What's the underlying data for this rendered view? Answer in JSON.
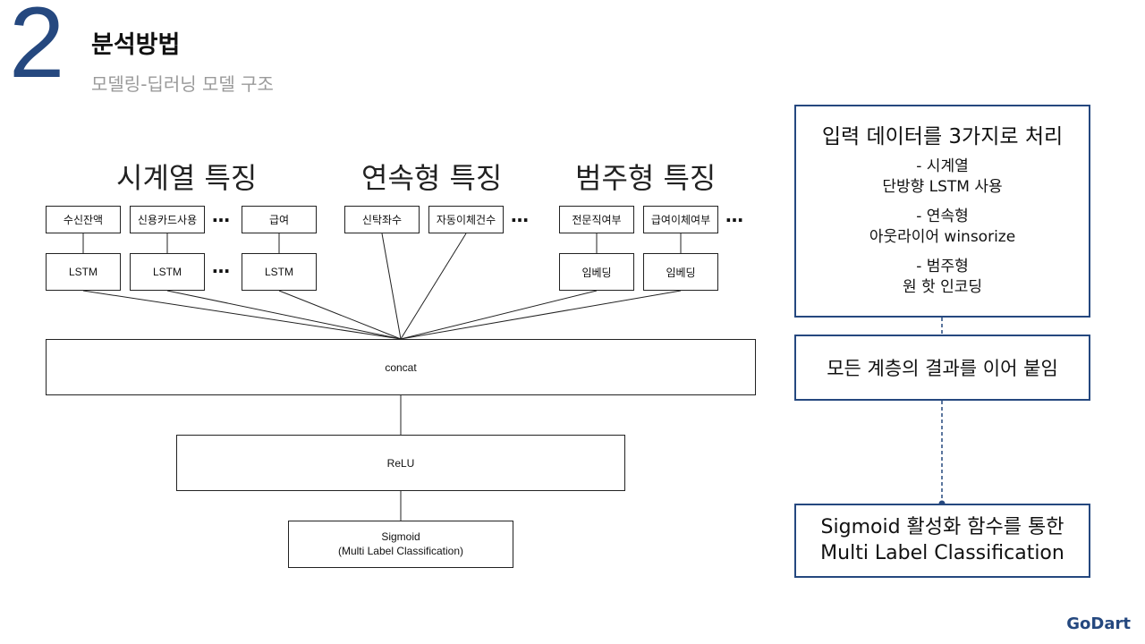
{
  "header": {
    "section_number": "2",
    "title": "분석방법",
    "subtitle": "모델링-딥러닝 모델 구조"
  },
  "diagram": {
    "groups": [
      {
        "title": "시계열 특징",
        "features": [
          "수신잔액",
          "신용카드사용",
          "급여"
        ],
        "encoders": [
          "LSTM",
          "LSTM",
          "LSTM"
        ]
      },
      {
        "title": "연속형 특징",
        "features": [
          "신탁좌수",
          "자동이체건수"
        ]
      },
      {
        "title": "범주형 특징",
        "features": [
          "전문직여부",
          "급여이체여부"
        ],
        "encoders": [
          "임베딩",
          "임베딩"
        ]
      }
    ],
    "ellipsis": "…",
    "concat": "concat",
    "relu": "ReLU",
    "sigmoid": {
      "line1": "Sigmoid",
      "line2": "(Multi Label Classification)"
    }
  },
  "explain": {
    "input": {
      "title": "입력 데이터를 3가지로 처리",
      "items": [
        {
          "head": "- 시계열",
          "detail": "단방향 LSTM 사용"
        },
        {
          "head": "- 연속형",
          "detail": "아웃라이어 winsorize"
        },
        {
          "head": "- 범주형",
          "detail": "원 핫 인코딩"
        }
      ]
    },
    "concat_note": "모든 계층의 결과를 이어 붙임",
    "output_note": {
      "line1": "Sigmoid 활성화 함수를 통한",
      "line2": "Multi Label Classification"
    }
  },
  "colors": {
    "accent": "#25487f",
    "subtitle_gray": "#9a9a9a"
  },
  "brand": "GoDart"
}
